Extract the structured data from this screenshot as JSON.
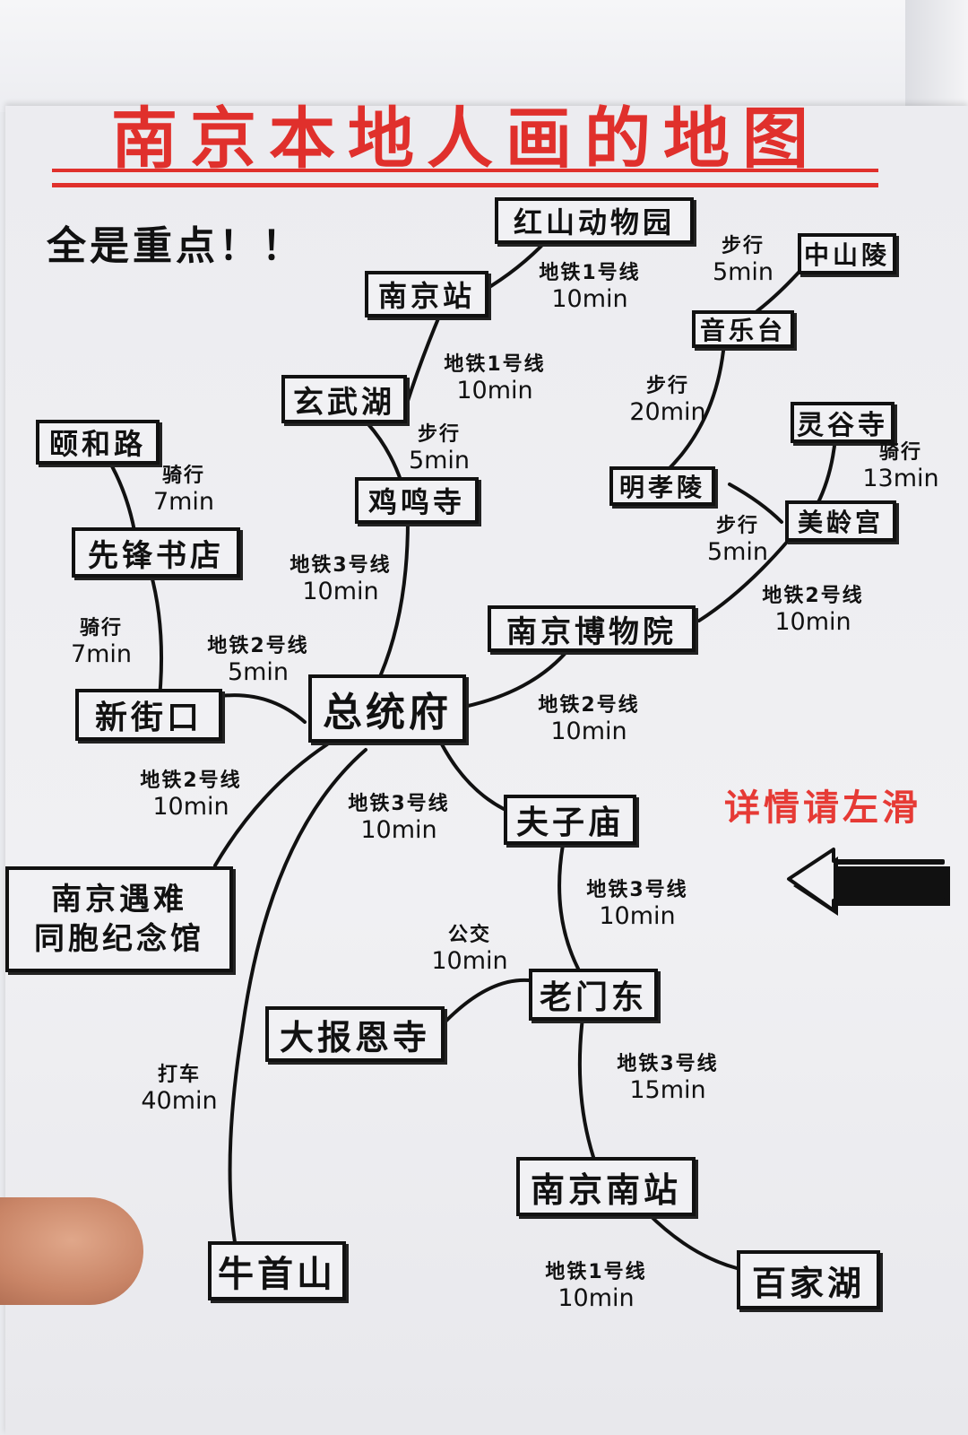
{
  "title": "南京本地人画的地图",
  "subtitle": "全是重点！！",
  "swipe_hint": "详情请左滑",
  "colors": {
    "title": "#e0302c",
    "ink": "#111111",
    "hint": "#e63a35",
    "paper": "#efeff2"
  },
  "icons": {
    "arrow": "left-arrow-icon"
  },
  "nodes": {
    "hongshan": "红山动物园",
    "nanjing_station": "南京站",
    "zhongshanling": "中山陵",
    "yinyuetai": "音乐台",
    "xuanwuhu": "玄武湖",
    "yiheroad": "颐和路",
    "linggusi": "灵谷寺",
    "jimingsi": "鸡鸣寺",
    "mingxiaoling": "明孝陵",
    "meilinggong": "美龄宫",
    "xianfeng": "先锋书店",
    "museum": "南京博物院",
    "xinjiekou": "新街口",
    "zongtongfu": "总统府",
    "fuzimiao": "夫子庙",
    "memorial_line1": "南京遇难",
    "memorial_line2": "同胞纪念馆",
    "laomendong": "老门东",
    "dabaoensi": "大报恩寺",
    "south_station": "南京南站",
    "niushoushan": "牛首山",
    "baijiahu": "百家湖"
  },
  "edges": {
    "hongshan_station": {
      "mode": "地铁1号线",
      "time": "10min"
    },
    "station_xuanwu": {
      "mode": "地铁1号线",
      "time": "10min"
    },
    "zhongshan_yinyue": {
      "mode": "步行",
      "time": "5min"
    },
    "yinyue_mingxiao": {
      "mode": "步行",
      "time": "20min"
    },
    "xuanwu_jiming": {
      "mode": "步行",
      "time": "5min"
    },
    "yihe_xianfeng": {
      "mode": "骑行",
      "time": "7min"
    },
    "linggu_meiling": {
      "mode": "骑行",
      "time": "13min"
    },
    "mingxiao_meiling": {
      "mode": "步行",
      "time": "5min"
    },
    "jiming_zongtong": {
      "mode": "地铁3号线",
      "time": "10min"
    },
    "meiling_museum": {
      "mode": "地铁2号线",
      "time": "10min"
    },
    "xianfeng_xinjiekou": {
      "mode": "骑行",
      "time": "7min"
    },
    "xinjiekou_zongtong": {
      "mode": "地铁2号线",
      "time": "5min"
    },
    "museum_zongtong": {
      "mode": "地铁2号线",
      "time": "10min"
    },
    "zongtong_memorial": {
      "mode": "地铁2号线",
      "time": "10min"
    },
    "zongtong_niushou": {
      "mode": "地铁3号线",
      "time": "10min"
    },
    "fuzi_laomen": {
      "mode": "地铁3号线",
      "time": "10min"
    },
    "dabao_laomen": {
      "mode": "公交",
      "time": "10min"
    },
    "niushou_taxi": {
      "mode": "打车",
      "time": "40min"
    },
    "laomen_south": {
      "mode": "地铁3号线",
      "time": "15min"
    },
    "south_baijia": {
      "mode": "地铁1号线",
      "time": "10min"
    }
  }
}
